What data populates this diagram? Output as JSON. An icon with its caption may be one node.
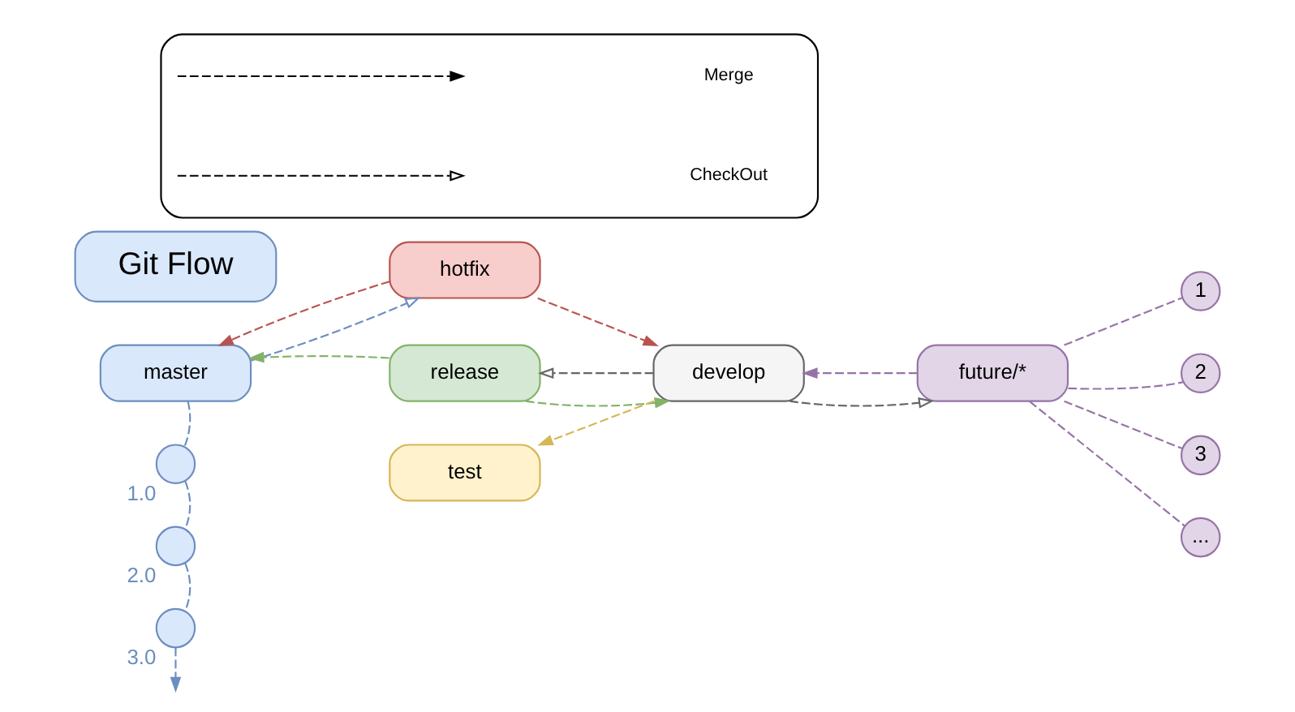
{
  "diagram": {
    "nodes": [
      {
        "text": [
          "Git Flow"
        ]
      },
      {
        "text": [
          "hotfix"
        ]
      },
      {
        "text": [
          "master"
        ]
      },
      {
        "text": [
          "release"
        ]
      },
      {
        "text": [
          "develop"
        ]
      },
      {
        "text": [
          "future/*"
        ]
      },
      {
        "text": [
          "test"
        ]
      },
      {
        "text": [],
        "shape": "circle",
        "beside": [
          "1.0"
        ]
      },
      {
        "text": [],
        "shape": "circle",
        "beside": [
          "2.0"
        ]
      },
      {
        "text": [],
        "shape": "circle",
        "beside": [
          "3.0"
        ]
      },
      {
        "text": [
          "1"
        ]
      },
      {
        "text": [
          "2"
        ]
      },
      {
        "text": [
          "3"
        ]
      },
      {
        "text": [
          "..."
        ]
      },
      {
        "text": [],
        "shape": "box"
      }
    ],
    "edges": [
      {
        "from": 2,
        "to": 1,
        "arrow": "to",
        "style": "dashed",
        "color": "#6c8ebf"
      },
      {
        "from": 1,
        "to": 2,
        "arrow": "to",
        "style": "dashed",
        "color": "#b85450"
      },
      {
        "from": 1,
        "to": 4,
        "arrow": "to",
        "style": "dashed",
        "color": "#b85450"
      },
      {
        "from": 3,
        "to": 2,
        "arrow": "to",
        "style": "dashed",
        "color": "#82b366"
      },
      {
        "from": 3,
        "to": 4,
        "arrow": "to",
        "style": "dashed",
        "color": "#82b366"
      },
      {
        "from": 4,
        "to": 3,
        "arrow": "to",
        "style": "dashed",
        "color": "#666666"
      },
      {
        "from": 4,
        "to": 5,
        "arrow": "to",
        "style": "dashed",
        "color": "#666666"
      },
      {
        "from": 5,
        "to": 4,
        "arrow": "to",
        "style": "dashed",
        "color": "#9673a6"
      },
      {
        "from": 4,
        "to": 6,
        "arrow": "to",
        "style": "dashed",
        "color": "#d6b656"
      },
      {
        "from": 2,
        "to": 7,
        "arrow": "none",
        "style": "dashed",
        "color": "#6c8ebf"
      },
      {
        "from": 7,
        "to": 8,
        "arrow": "none",
        "style": "dashed",
        "color": "#6c8ebf"
      },
      {
        "from": 8,
        "to": 9,
        "arrow": "none",
        "style": "dashed",
        "color": "#6c8ebf"
      },
      {
        "from": 9,
        "to": null,
        "arrow": "to",
        "style": "dashed",
        "color": "#6c8ebf"
      },
      {
        "from": 5,
        "to": 10,
        "arrow": "none",
        "style": "dashed",
        "color": "#9673a6"
      },
      {
        "from": 5,
        "to": 11,
        "arrow": "none",
        "style": "dashed",
        "color": "#9673a6"
      },
      {
        "from": 5,
        "to": 12,
        "arrow": "none",
        "style": "dashed",
        "color": "#9673a6"
      },
      {
        "from": 5,
        "to": 13,
        "arrow": "none",
        "style": "dashed",
        "color": "#9673a6"
      }
    ],
    "legend": [
      {
        "text": "Merge"
      },
      {
        "text": "CheckOut"
      }
    ]
  }
}
